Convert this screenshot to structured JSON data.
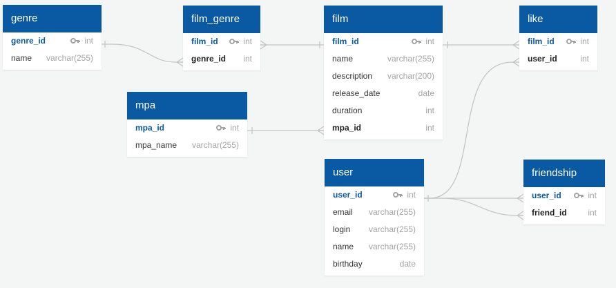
{
  "tables": {
    "genre": {
      "name": "genre",
      "fields": [
        {
          "name": "genre_id",
          "type": "int",
          "pk": true
        },
        {
          "name": "name",
          "type": "varchar(255)"
        }
      ]
    },
    "film_genre": {
      "name": "film_genre",
      "fields": [
        {
          "name": "film_id",
          "type": "int",
          "bold": true
        },
        {
          "name": "genre_id",
          "type": "int",
          "bold": true
        }
      ]
    },
    "film": {
      "name": "film",
      "fields": [
        {
          "name": "film_id",
          "type": "int",
          "pk": true
        },
        {
          "name": "name",
          "type": "varchar(255)"
        },
        {
          "name": "description",
          "type": "varchar(200)"
        },
        {
          "name": "release_date",
          "type": "date"
        },
        {
          "name": "duration",
          "type": "int"
        },
        {
          "name": "mpa_id",
          "type": "int",
          "bold": true
        }
      ]
    },
    "like": {
      "name": "like",
      "fields": [
        {
          "name": "film_id",
          "type": "int",
          "pk": true
        },
        {
          "name": "user_id",
          "type": "int",
          "bold": true
        }
      ]
    },
    "mpa": {
      "name": "mpa",
      "fields": [
        {
          "name": "mpa_id",
          "type": "int",
          "pk": true
        },
        {
          "name": "mpa_name",
          "type": "varchar(255)"
        }
      ]
    },
    "user": {
      "name": "user",
      "fields": [
        {
          "name": "user_id",
          "type": "int",
          "pk": true
        },
        {
          "name": "email",
          "type": "varchar(255)"
        },
        {
          "name": "login",
          "type": "varchar(255)"
        },
        {
          "name": "name",
          "type": "varchar(255)"
        },
        {
          "name": "birthday",
          "type": "date"
        }
      ]
    },
    "friendship": {
      "name": "friendship",
      "fields": [
        {
          "name": "user_id",
          "type": "int",
          "pk": true
        },
        {
          "name": "friend_id",
          "type": "int",
          "bold": true
        }
      ]
    }
  },
  "relationships": [
    {
      "from": "genre.genre_id",
      "to": "film_genre.genre_id",
      "cardinality": "one-to-many"
    },
    {
      "from": "film.film_id",
      "to": "film_genre.film_id",
      "cardinality": "one-to-many"
    },
    {
      "from": "mpa.mpa_id",
      "to": "film.mpa_id",
      "cardinality": "one-to-many"
    },
    {
      "from": "film.film_id",
      "to": "like.film_id",
      "cardinality": "one-to-many"
    },
    {
      "from": "user.user_id",
      "to": "like.user_id",
      "cardinality": "one-to-many"
    },
    {
      "from": "user.user_id",
      "to": "friendship.user_id",
      "cardinality": "one-to-many"
    },
    {
      "from": "user.user_id",
      "to": "friendship.friend_id",
      "cardinality": "one-to-many"
    }
  ],
  "colors": {
    "header": "#0a5aa3",
    "pk_text": "#0a5aa3",
    "type_text": "#a3a3a3",
    "link": "#c4c4c4",
    "background": "#f4f6f5"
  }
}
